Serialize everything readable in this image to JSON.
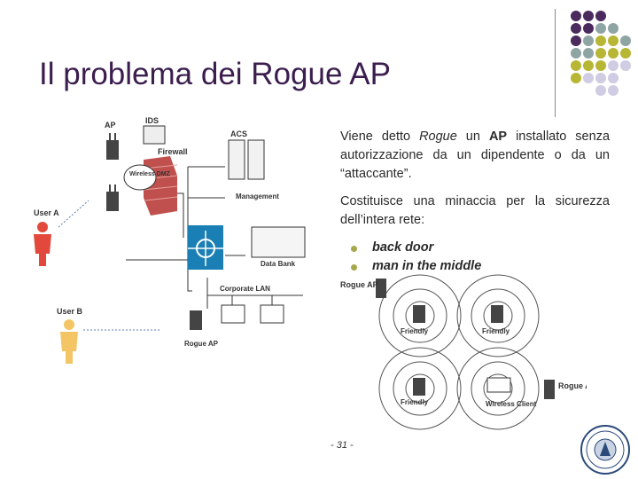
{
  "slide": {
    "title": "Il problema dei Rogue AP",
    "page_number": "- 31 -",
    "accent_colors": {
      "purple": "#4b2a5e",
      "teal": "#8fa5a3",
      "olive": "#b8b635",
      "lavender": "#cfcce3",
      "title": "#3b1e4e"
    }
  },
  "body": {
    "para1": {
      "lead": "Viene detto ",
      "em1": "Rogue",
      "mid": " un ",
      "strong1": "AP",
      "rest": " installato senza autorizzazione da un dipendente o da un “attaccante”."
    },
    "para2": "Costituisce una minaccia per la sicurezza dell’intera rete:",
    "bullets": [
      "back door",
      "man in the middle"
    ]
  },
  "network_diagram": {
    "labels": {
      "ap": "AP",
      "ids": "IDS",
      "firewall": "Firewall",
      "wireless_dmz": "Wireless DMZ",
      "acs": "ACS",
      "management": "Management",
      "data_bank": "Data Bank",
      "corporate_lan": "Corporate LAN",
      "user_a": "User A",
      "user_b": "User B",
      "rogue_ap": "Rogue AP"
    }
  },
  "rogue_diagram": {
    "labels": {
      "rogue_ap_left": "Rogue AP",
      "friendly": "Friendly",
      "wireless_client": "Wireless Client",
      "rogue_ap_right": "Rogue AP"
    }
  }
}
